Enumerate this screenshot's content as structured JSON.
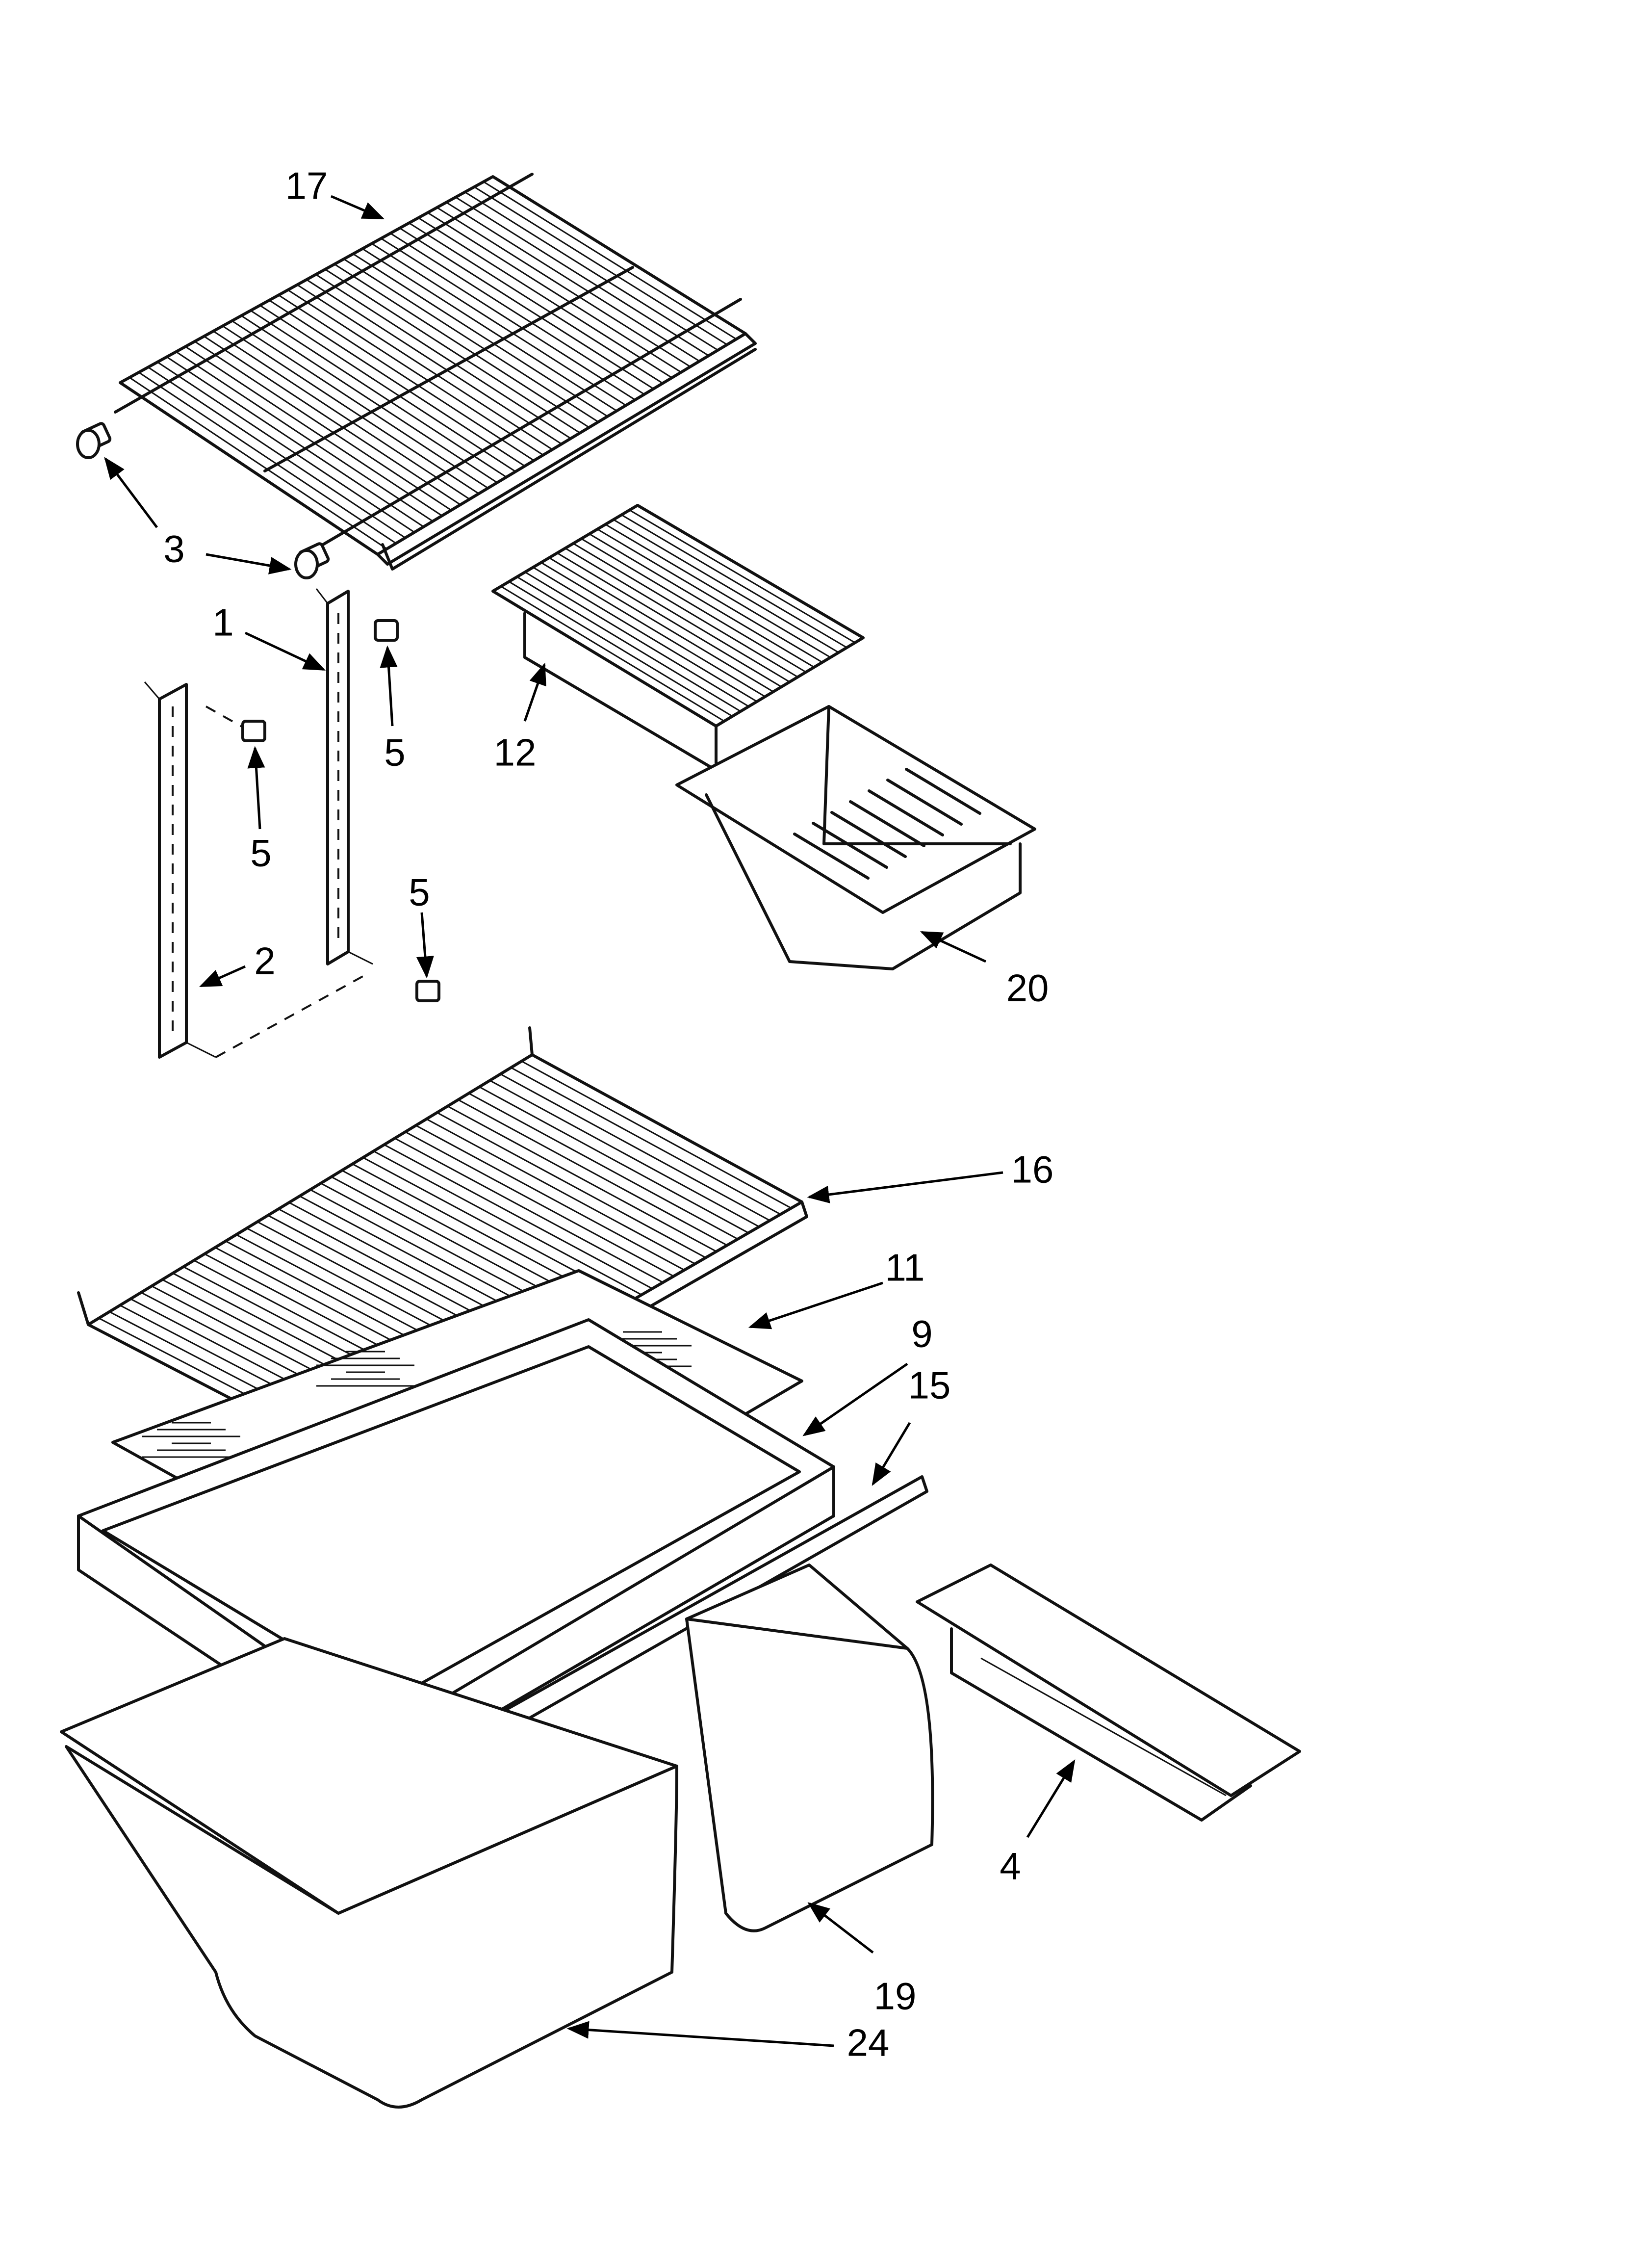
{
  "callouts": {
    "c17": "17",
    "c3": "3",
    "c1": "1",
    "c5a": "5",
    "c5b": "5",
    "c5c": "5",
    "c2": "2",
    "c12": "12",
    "c20": "20",
    "c16": "16",
    "c11": "11",
    "c9": "9",
    "c15": "15",
    "c4": "4",
    "c19": "19",
    "c24": "24"
  },
  "colors": {
    "line": "#111111",
    "background": "#ffffff"
  }
}
